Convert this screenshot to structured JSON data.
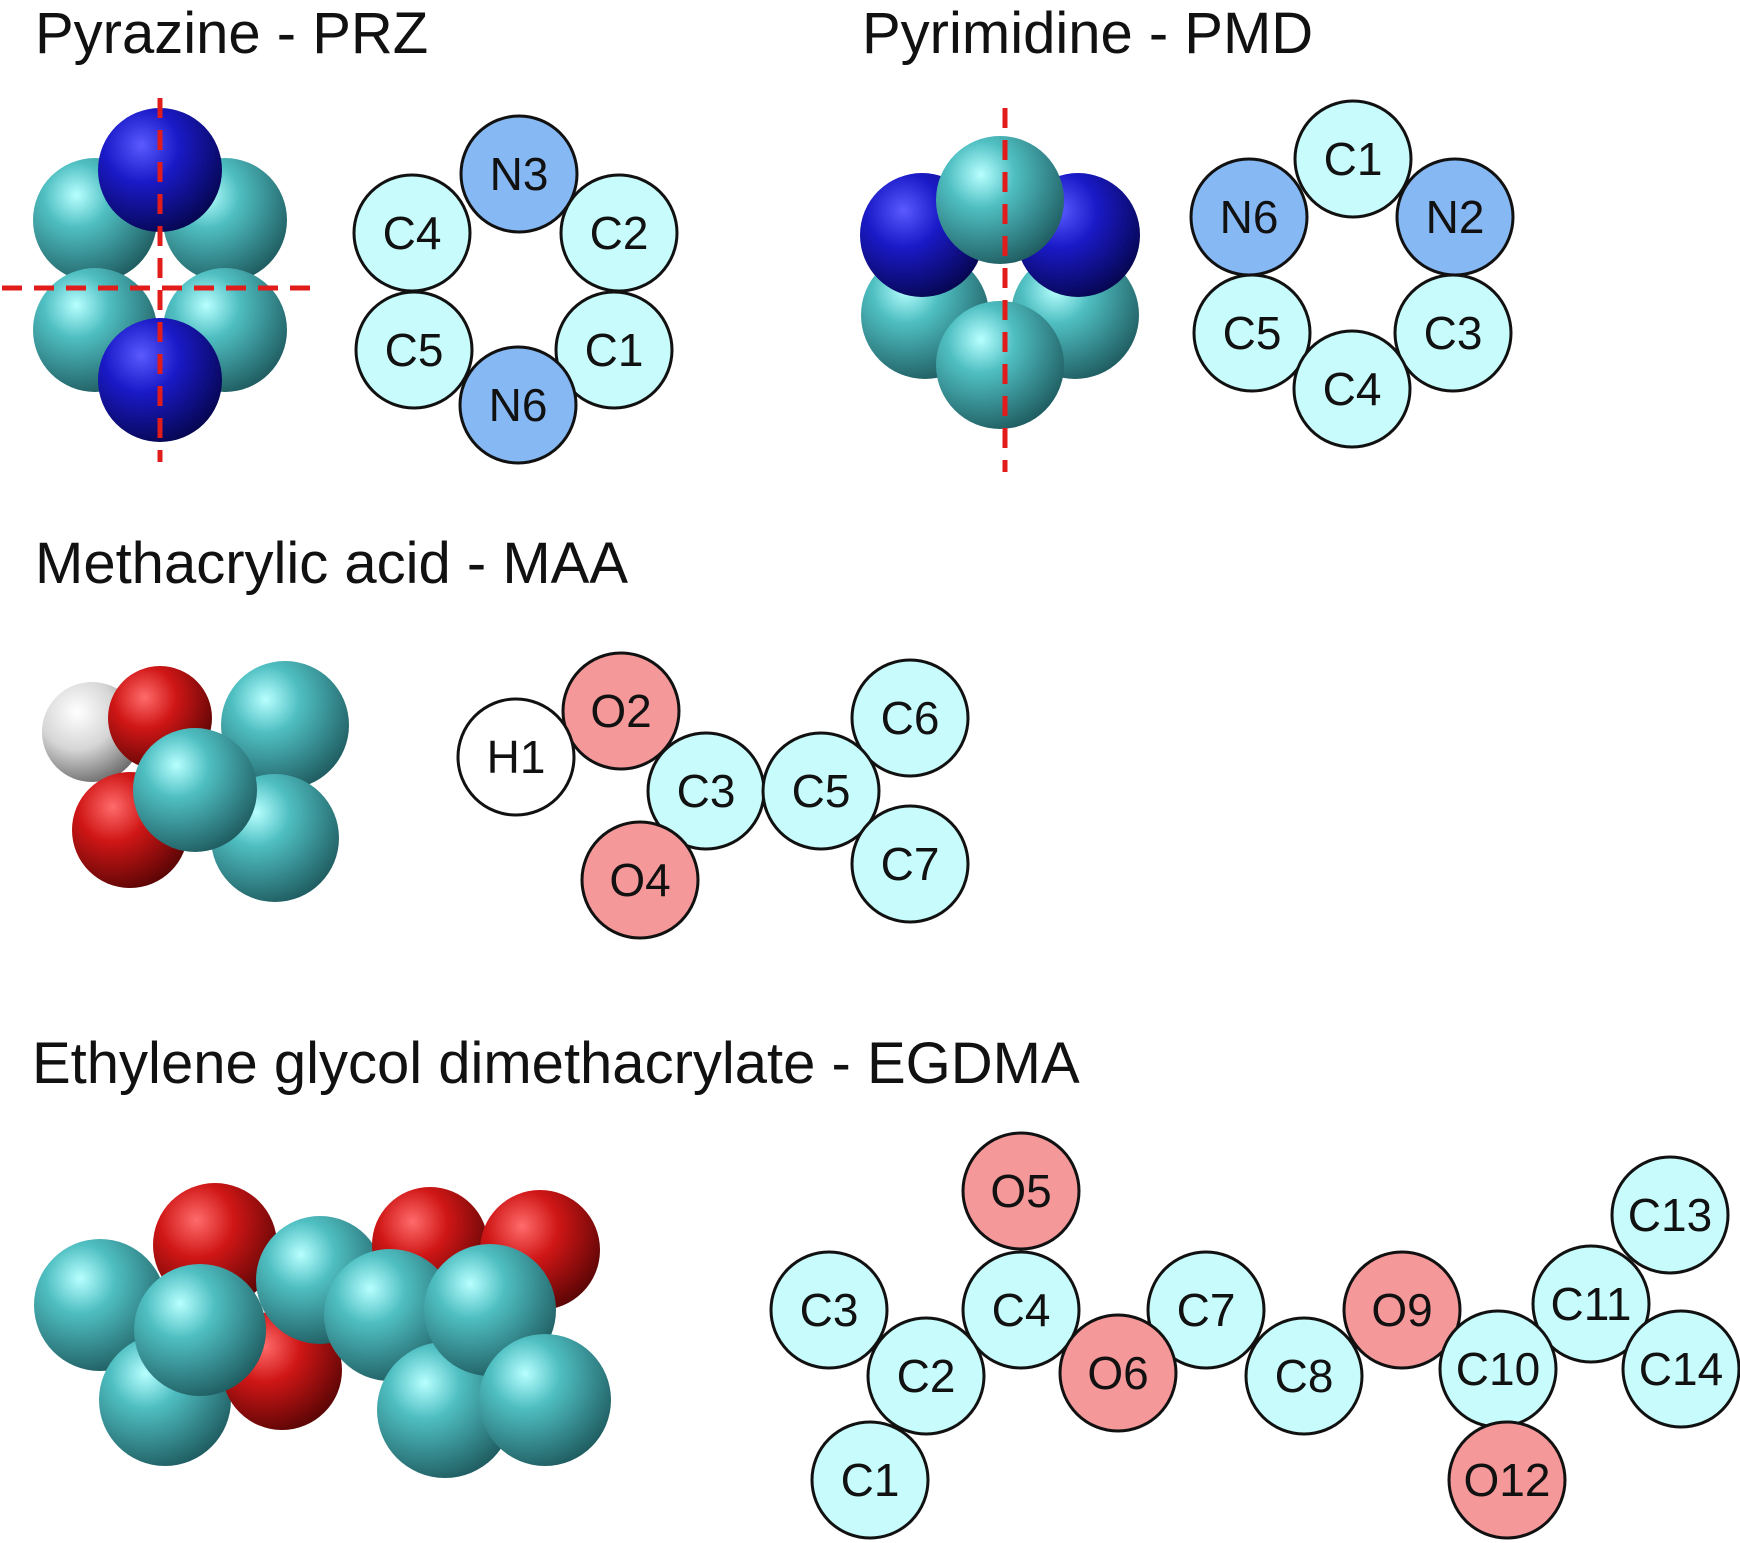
{
  "colors": {
    "carbon_fill": "#c8fbfb",
    "nitrogen_fill": "#86b8f4",
    "oxygen_fill": "#f4989a",
    "hydrogen_fill": "#ffffff",
    "atom_stroke": "#111111",
    "axis_line": "#e21b1b",
    "sphere_carbon": "#3a9aa0",
    "sphere_nitrogen": "#1515b8",
    "sphere_oxygen": "#c81414",
    "sphere_hydrogen": "#d9d9d9"
  },
  "molecules": [
    {
      "id": "prz",
      "title": "Pyrazine - PRZ",
      "model": "space-filling-sphere-icon",
      "atoms": [
        {
          "label": "N3",
          "element": "N"
        },
        {
          "label": "C4",
          "element": "C"
        },
        {
          "label": "C2",
          "element": "C"
        },
        {
          "label": "C5",
          "element": "C"
        },
        {
          "label": "C1",
          "element": "C"
        },
        {
          "label": "N6",
          "element": "N"
        }
      ]
    },
    {
      "id": "pmd",
      "title": "Pyrimidine - PMD",
      "model": "space-filling-sphere-icon",
      "atoms": [
        {
          "label": "C1",
          "element": "C"
        },
        {
          "label": "N6",
          "element": "N"
        },
        {
          "label": "N2",
          "element": "N"
        },
        {
          "label": "C5",
          "element": "C"
        },
        {
          "label": "C3",
          "element": "C"
        },
        {
          "label": "C4",
          "element": "C"
        }
      ]
    },
    {
      "id": "maa",
      "title": "Methacrylic acid - MAA",
      "model": "space-filling-sphere-icon",
      "atoms": [
        {
          "label": "O2",
          "element": "O"
        },
        {
          "label": "H1",
          "element": "H"
        },
        {
          "label": "C6",
          "element": "C"
        },
        {
          "label": "C3",
          "element": "C"
        },
        {
          "label": "C5",
          "element": "C"
        },
        {
          "label": "O4",
          "element": "O"
        },
        {
          "label": "C7",
          "element": "C"
        }
      ]
    },
    {
      "id": "egdma",
      "title": "Ethylene glycol dimethacrylate - EGDMA",
      "model": "space-filling-sphere-icon",
      "atoms": [
        {
          "label": "O5",
          "element": "O"
        },
        {
          "label": "C13",
          "element": "C"
        },
        {
          "label": "C3",
          "element": "C"
        },
        {
          "label": "C4",
          "element": "C"
        },
        {
          "label": "C7",
          "element": "C"
        },
        {
          "label": "O9",
          "element": "O"
        },
        {
          "label": "C11",
          "element": "C"
        },
        {
          "label": "C2",
          "element": "C"
        },
        {
          "label": "O6",
          "element": "O"
        },
        {
          "label": "C8",
          "element": "C"
        },
        {
          "label": "C10",
          "element": "C"
        },
        {
          "label": "C14",
          "element": "C"
        },
        {
          "label": "C1",
          "element": "C"
        },
        {
          "label": "O12",
          "element": "O"
        }
      ]
    }
  ]
}
